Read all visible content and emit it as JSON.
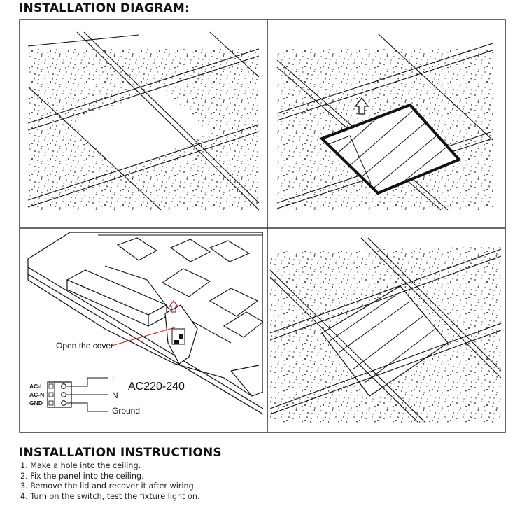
{
  "diagram_heading": "INSTALLATION DIAGRAM:",
  "callouts": {
    "open_cover": "Open the cover",
    "terminal_l": "AC-L",
    "terminal_n": "AC-N",
    "terminal_gnd": "GND",
    "wire_l": "L",
    "wire_n": "N",
    "wire_ground": "Ground",
    "voltage": "AC220-240"
  },
  "instructions_heading": "INSTALLATION INSTRUCTIONS",
  "steps": [
    "1. Make a hole into the ceiling.",
    "2. Fix the panel into the ceiling.",
    "3. Remove the lid and recover it after wiring.",
    "4. Turn on the switch, test the fixture light on."
  ],
  "icons": [
    "up-arrow-icon"
  ],
  "colors": {
    "callout_line": "#d02020",
    "ink": "#111111"
  }
}
